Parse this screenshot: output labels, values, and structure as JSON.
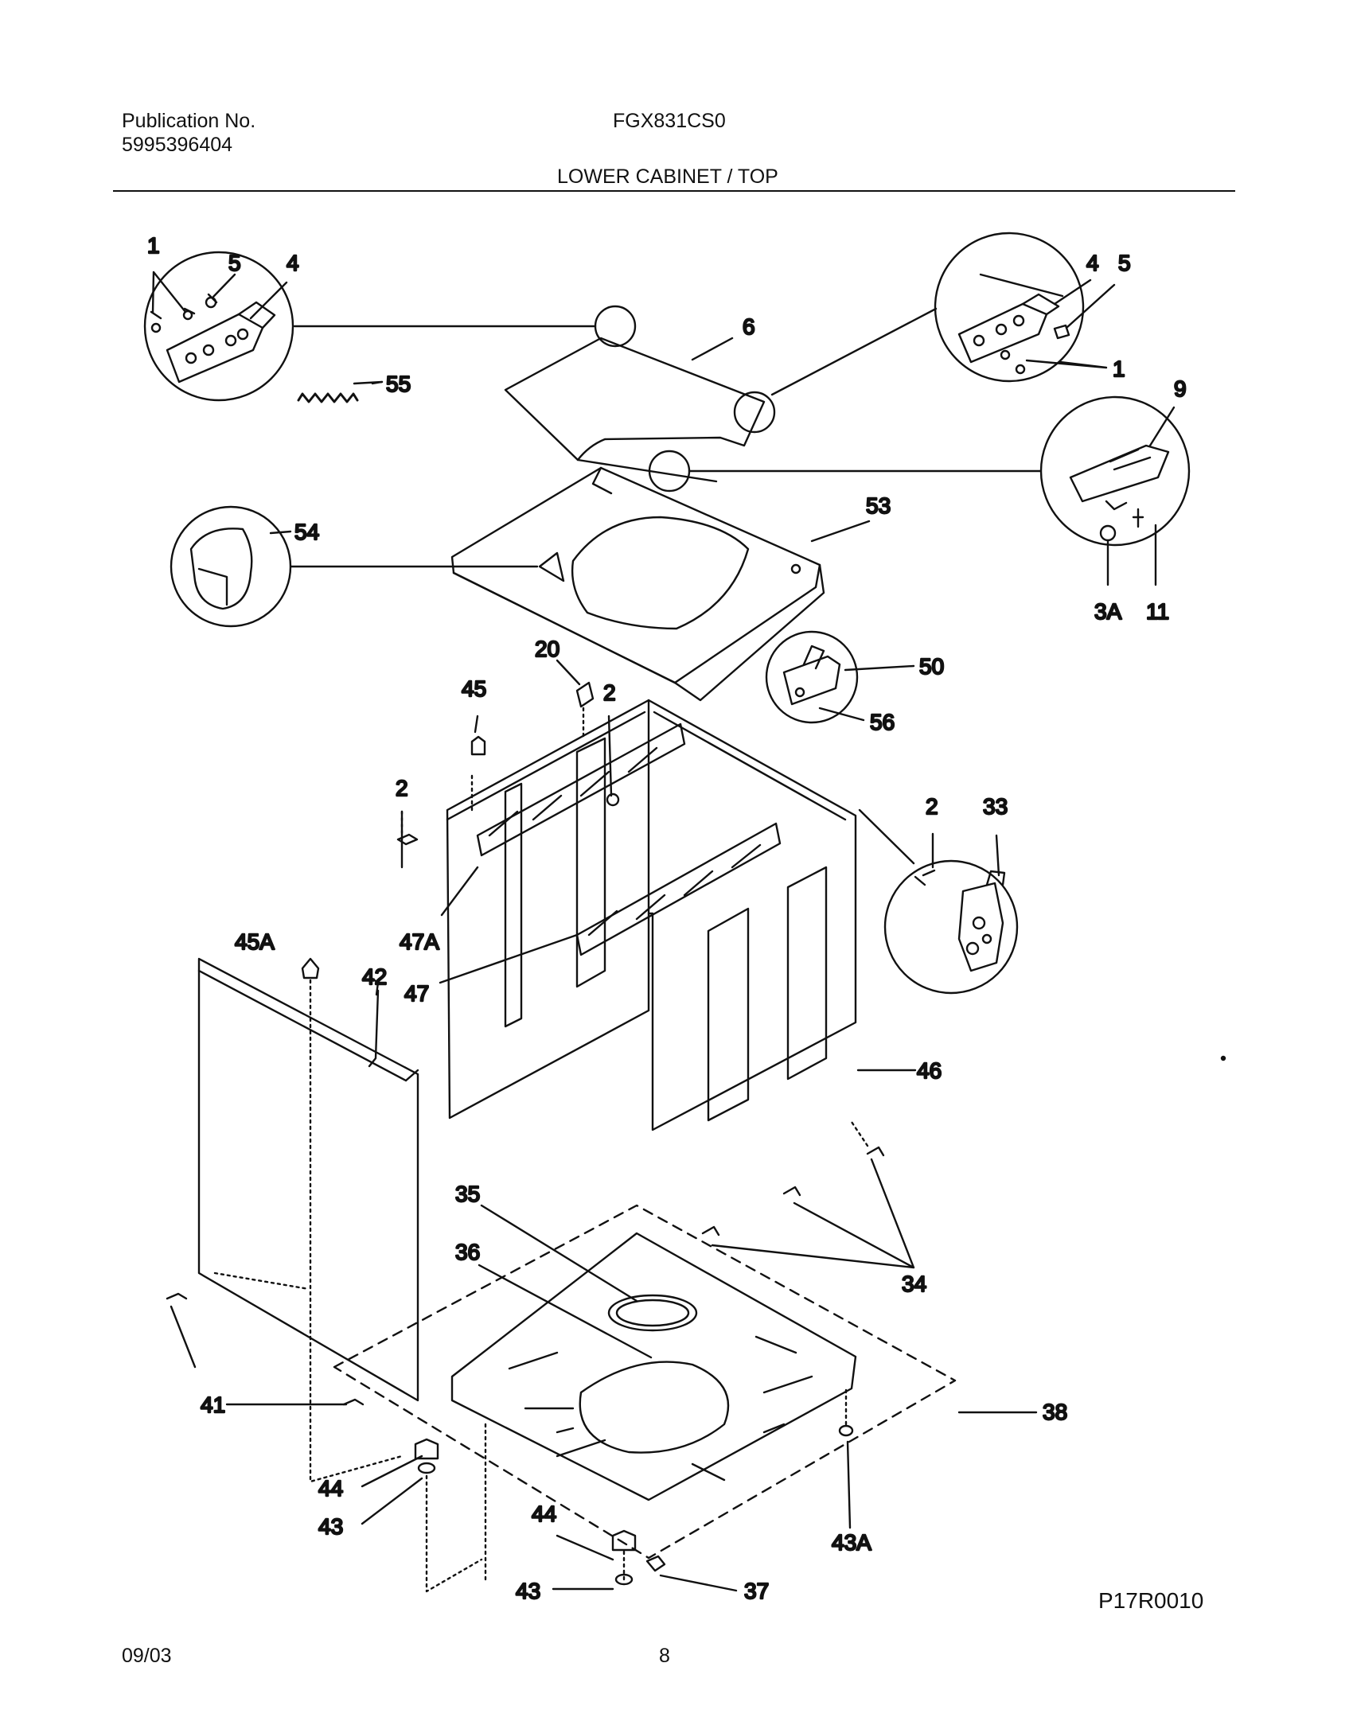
{
  "header": {
    "publication_label": "Publication No.",
    "publication_number": "5995396404",
    "model": "FGX831CS0",
    "section_title": "LOWER CABINET / TOP"
  },
  "footer": {
    "date": "09/03",
    "page_number": "8",
    "figure_code": "P17R0010"
  },
  "callouts": {
    "c1a": "1",
    "c5a": "5",
    "c4a": "4",
    "c55": "55",
    "c6": "6",
    "c4b": "4",
    "c5b": "5",
    "c1b": "1",
    "c9": "9",
    "c53": "53",
    "c54": "54",
    "c3a": "3A",
    "c11": "11",
    "c20": "20",
    "c50": "50",
    "c56": "56",
    "c45": "45",
    "c2a": "2",
    "c2b": "2",
    "c2c": "2",
    "c33": "33",
    "c45a": "45A",
    "c42": "42",
    "c47a": "47A",
    "c47": "47",
    "c46": "46",
    "c35": "35",
    "c36": "36",
    "c34": "34",
    "c41": "41",
    "c38": "38",
    "c44a": "44",
    "c43a": "43",
    "c44b": "44",
    "c43b": "43",
    "c37": "37",
    "c43A": "43A"
  }
}
